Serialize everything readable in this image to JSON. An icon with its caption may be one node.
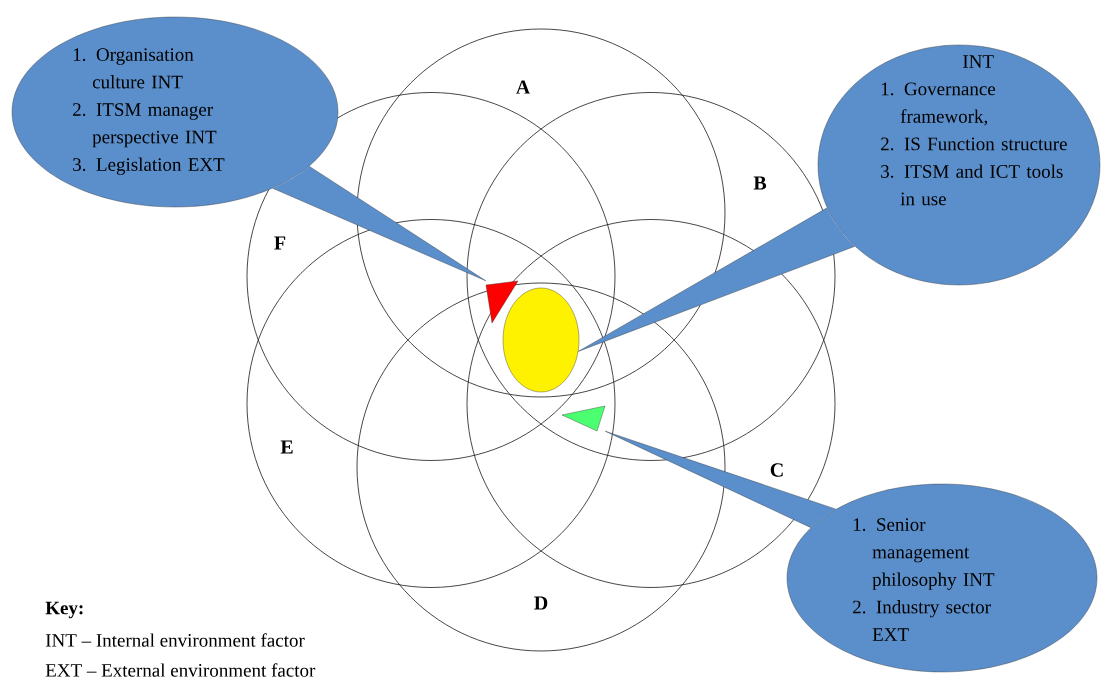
{
  "diagram": {
    "nodes": [
      {
        "text": [
          "1. Organisation culture INT",
          "2. ITSM manager perspective INT",
          "3. Legislation EXT"
        ]
      },
      {
        "text": [
          "INT",
          "1. Governance framework,",
          "2. IS Function structure",
          "3. ITSM and ICT tools in use"
        ]
      },
      {
        "text": [
          "1. Senior management philosophy INT",
          "2. Industry sector EXT"
        ]
      },
      {
        "text": [],
        "shape": "triangle"
      },
      {
        "text": [],
        "shape": "ellipse"
      },
      {
        "text": [],
        "shape": "triangle"
      }
    ],
    "edges": [
      {
        "from": 0,
        "to": 3,
        "arrow": "none"
      },
      {
        "from": 1,
        "to": 4,
        "arrow": "none"
      },
      {
        "from": 2,
        "to": 5,
        "arrow": "none"
      }
    ],
    "labels": [
      "A",
      "B",
      "F",
      "E",
      "C",
      "D",
      "Key:",
      "INT – Internal environment factor",
      "EXT – External environment factor"
    ]
  }
}
